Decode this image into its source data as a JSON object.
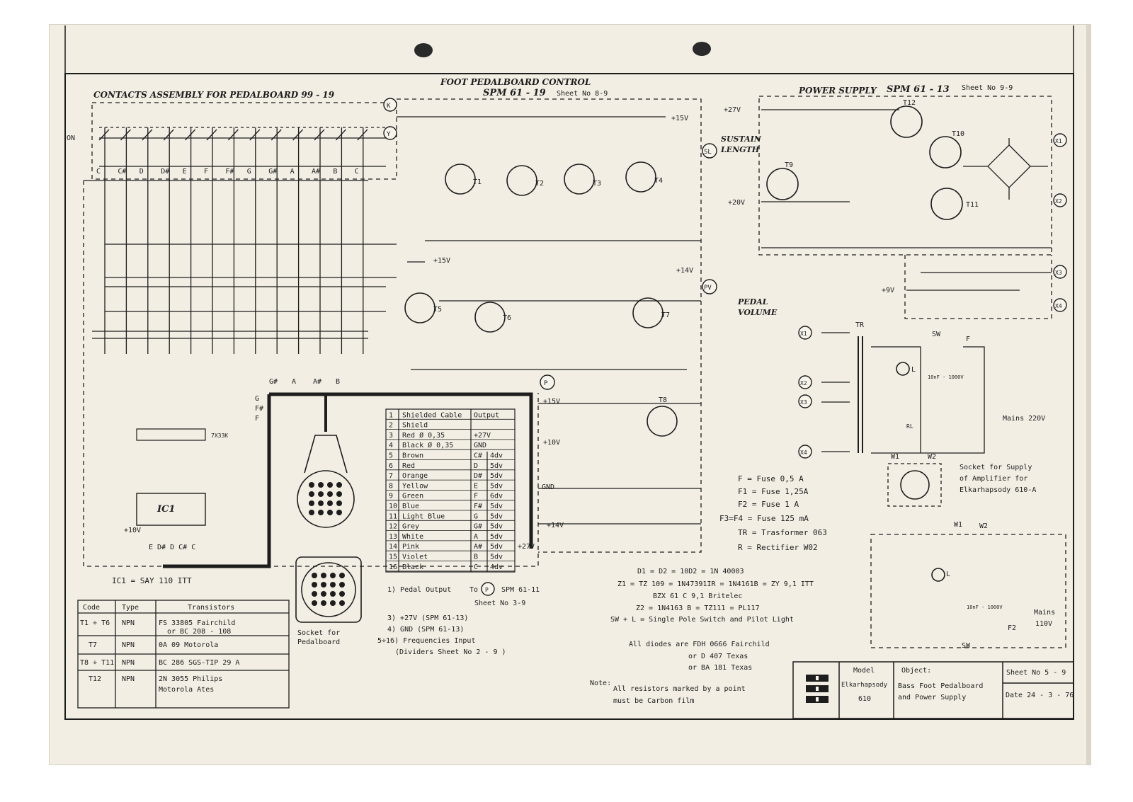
{
  "sections": {
    "contacts": "CONTACTS  ASSEMBLY  FOR PEDALBOARD   99 - 19",
    "foot_title": "FOOT  PEDALBOARD  CONTROL",
    "foot_spm": "SPM  61 - 19",
    "foot_sheet": "Sheet No 8-9",
    "power_title": "POWER  SUPPLY",
    "power_spm": "SPM  61 - 13",
    "power_sheet": "Sheet  No 9-9"
  },
  "keys": [
    "C",
    "C#",
    "D",
    "D#",
    "E",
    "F",
    "F#",
    "G",
    "G#",
    "A",
    "A#",
    "B",
    "C"
  ],
  "on_label": "ON",
  "terminals": {
    "K": "K",
    "Y": "Y",
    "SL": "SL",
    "PV": "PV",
    "P": "P",
    "X1": "X1",
    "X2": "X2",
    "X3": "X3",
    "X4": "X4",
    "W1": "W1",
    "W2": "W2"
  },
  "rail_labels": {
    "p15": "+15V",
    "p14": "+14V",
    "p27": "+27V",
    "p20": "+20V",
    "p9": "+9V",
    "p10": "+10V",
    "gnd": "GND",
    "p15b": "+15V",
    "p14b": "+14V",
    "p27b": "+27V",
    "p10b": "+10V"
  },
  "controls": {
    "sustain": "SUSTAIN",
    "length": "LENGTH",
    "pedal": "PEDAL",
    "volume": "VOLUME"
  },
  "transistor_labels": [
    "T1",
    "T2",
    "T3",
    "T4",
    "T5",
    "T6",
    "T7",
    "T8",
    "T9",
    "T10",
    "T11",
    "T12"
  ],
  "connector_labels": {
    "gs": "G#",
    "a": "A",
    "as": "A#",
    "b": "B",
    "g": "G",
    "fs": "F#",
    "f": "F"
  },
  "ic": {
    "label": "IC1",
    "note": "IC1  = SAY  110  ITT",
    "supply": "+10V",
    "pins": "E D# D C# C",
    "rnet": "7X33K"
  },
  "cable_table": {
    "headers": [
      "",
      "Shielded  Cable",
      "Output"
    ],
    "rows": [
      [
        "1",
        "Shielded  Cable",
        "Output"
      ],
      [
        "2",
        "Shield",
        ""
      ],
      [
        "3",
        "Red  Ø  0,35",
        "+27V"
      ],
      [
        "4",
        "Black  Ø  0,35",
        "GND"
      ],
      [
        "5",
        "Brown",
        "C#",
        "4dv"
      ],
      [
        "6",
        "Red",
        "D",
        "5dv"
      ],
      [
        "7",
        "Orange",
        "D#",
        "5dv"
      ],
      [
        "8",
        "Yellow",
        "E",
        "5dv"
      ],
      [
        "9",
        "Green",
        "F",
        "6dv"
      ],
      [
        "10",
        "Blue",
        "F#",
        "5dv"
      ],
      [
        "11",
        "Light Blue",
        "G",
        "5dv"
      ],
      [
        "12",
        "Grey",
        "G#",
        "5dv"
      ],
      [
        "13",
        "White",
        "A",
        "5dv"
      ],
      [
        "14",
        "Pink",
        "A#",
        "5dv"
      ],
      [
        "15",
        "Violet",
        "B",
        "5dv"
      ],
      [
        "16",
        "Black",
        "C",
        "4dv"
      ]
    ]
  },
  "socket_label": [
    "Socket  for",
    "Pedalboard"
  ],
  "pedal_output": {
    "line1": "1)  Pedal Output",
    "to": "To",
    "spm": "SPM  61-11",
    "sheet": "Sheet  No 3-9"
  },
  "pedal_notes": [
    "3) +27V    (SPM  61-13)",
    "4)  GND    (SPM  61-13)",
    "5÷16) Frequencies  Input",
    "(Dividers   Sheet  No 2 - 9 )"
  ],
  "transistor_table": {
    "headers": [
      "Code",
      "Type",
      "Transistors"
    ],
    "rows": [
      [
        "T1 ÷ T6",
        "NPN",
        "FS 33805  Fairchild",
        "or  BC  208 - 108"
      ],
      [
        "T7",
        "NPN",
        "0A  09   Motorola",
        ""
      ],
      [
        "T8 ÷ T11",
        "NPN",
        "BC 286   SGS-TIP 29 A",
        ""
      ],
      [
        "T12",
        "NPN",
        "2N 3055   Philips",
        "Motorola    Ates"
      ]
    ]
  },
  "legend": [
    "F  =  Fuse  0,5 A",
    "F1 = Fuse  1,25A",
    "F2 = Fuse   1 A",
    "F3=F4 =  Fuse  125 mA",
    "TR = Trasformer  063",
    "R  = Rectifier  W02"
  ],
  "diodes": [
    "D1 =  D2 = 10D2 = 1N 40003",
    "Z1 = TZ 109 = 1N47391IR = 1N4161B = ZY 9,1  ITT",
    "BZX 61 C 9,1  Britelec",
    "Z2 = 1N4163 B = TZ111 = PL117",
    "SW + L  =  Single Pole Switch and  Pilot  Light"
  ],
  "all_diodes": [
    "All  diodes  are    FDH  0666  Fairchild",
    "or   D 407  Texas",
    "or   BA 181  Texas"
  ],
  "note": {
    "label": "Note:",
    "line1": "All  resistors  marked  by  a point",
    "line2": "must  be  Carbon  film"
  },
  "socket_supply": [
    "Socket   for  Supply",
    "of  Amplifier  for",
    "Elkarhapsody 610-A"
  ],
  "mains": {
    "m220": "Mains  220V",
    "m110a": "Mains",
    "m110b": "110V",
    "tr": "TR",
    "sw": "SW",
    "f": "F",
    "f2": "F2",
    "l": "L",
    "rl": "RL",
    "cap": "10nF - 1000V"
  },
  "title_block": {
    "model_label": "Model",
    "model": "Elkarhapsody",
    "model_no": "610",
    "object_label": "Object:",
    "object1": "Bass Foot  Pedalboard",
    "object2": "and  Power  Supply",
    "sheet": "Sheet  No  5 - 9",
    "date": "Date 24 - 3 - 76"
  }
}
